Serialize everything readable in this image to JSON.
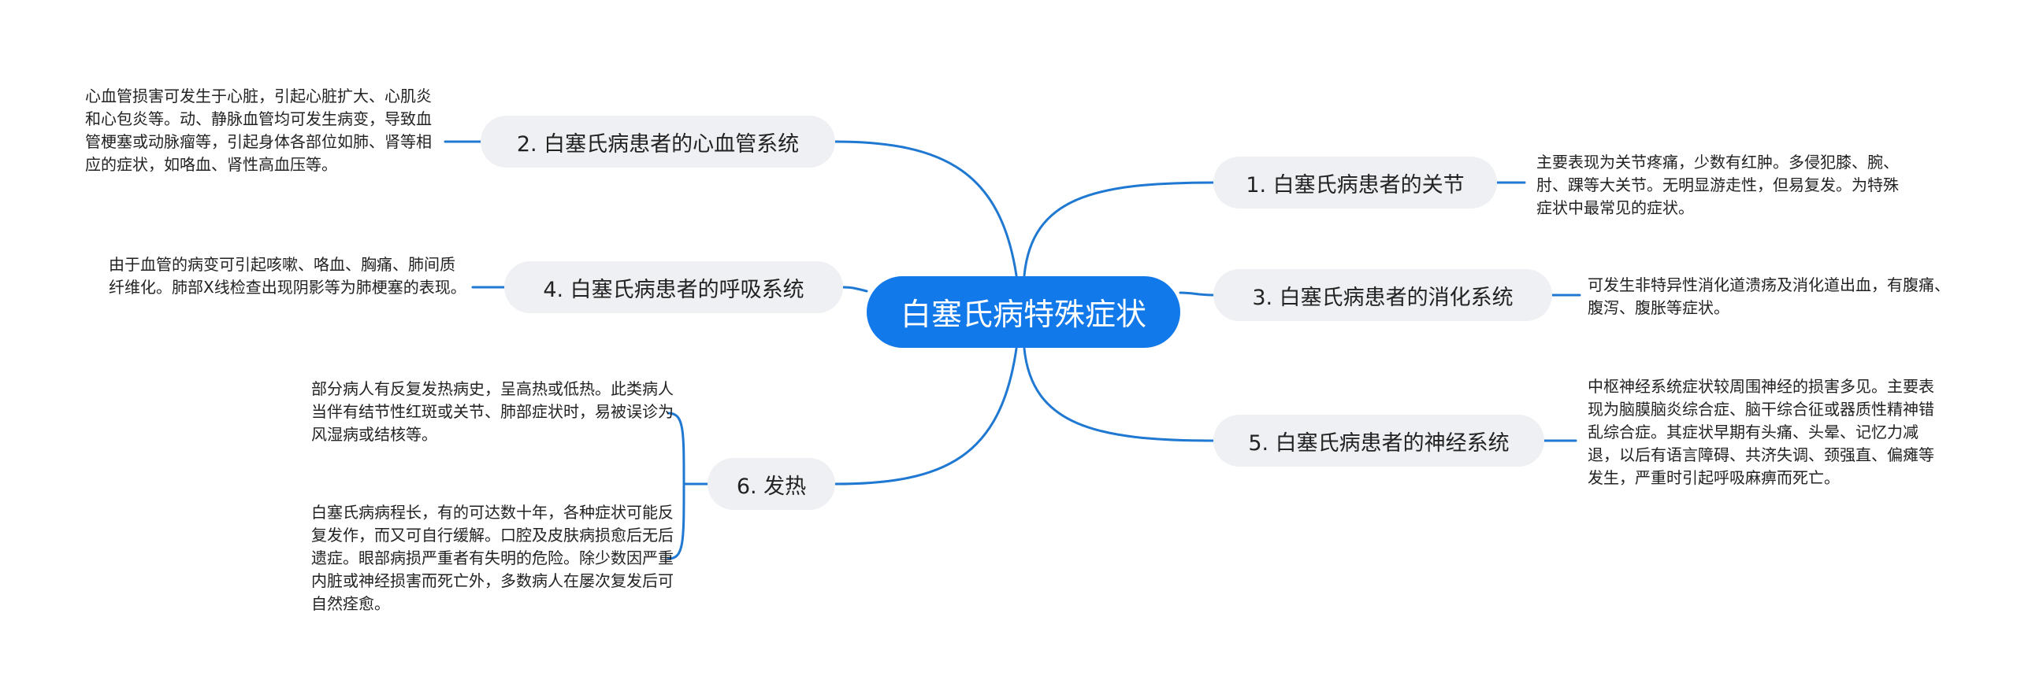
{
  "central": {
    "label": "白塞氏病特殊症状"
  },
  "topics": [
    {
      "label": "1. 白塞氏病患者的关节",
      "details": [
        "主要表现为关节疼痛，少数有红肿。多侵犯膝、腕、肘、踝等大关节。无明显游走性，但易复发。为特殊症状中最常见的症状。"
      ]
    },
    {
      "label": "2. 白塞氏病患者的心血管系统",
      "details": [
        "心血管损害可发生于心脏，引起心脏扩大、心肌炎和心包炎等。动、静脉血管均可发生病变，导致血管梗塞或动脉瘤等，引起身体各部位如肺、肾等相应的症状，如咯血、肾性高血压等。"
      ]
    },
    {
      "label": "3. 白塞氏病患者的消化系统",
      "details": [
        "可发生非特异性消化道溃疡及消化道出血，有腹痛、腹泻、腹胀等症状。"
      ]
    },
    {
      "label": "4. 白塞氏病患者的呼吸系统",
      "details": [
        "由于血管的病变可引起咳嗽、咯血、胸痛、肺间质纤维化。肺部X线检查出现阴影等为肺梗塞的表现。"
      ]
    },
    {
      "label": "5. 白塞氏病患者的神经系统",
      "details": [
        "中枢神经系统症状较周围神经的损害多见。主要表现为脑膜脑炎综合症、脑干综合征或器质性精神错乱综合症。其症状早期有头痛、头晕、记忆力减退，以后有语言障碍、共济失调、颈强直、偏瘫等发生，严重时引起呼吸麻痹而死亡。"
      ]
    },
    {
      "label": "6. 发热",
      "details": [
        "部分病人有反复发热病史，呈高热或低热。此类病人当伴有结节性红斑或关节、肺部症状时，易被误诊为风湿病或结核等。",
        "白塞氏病病程长，有的可达数十年，各种症状可能反复发作，而又可自行缓解。口腔及皮肤病损愈后无后遗症。眼部病损严重者有失明的危险。除少数因严重内脏或神经损害而死亡外，多数病人在屡次复发后可自然痊愈。"
      ]
    }
  ],
  "colors": {
    "central": "#1279ea",
    "line": "#1f78d1",
    "topic_bg": "#eef0f3"
  }
}
